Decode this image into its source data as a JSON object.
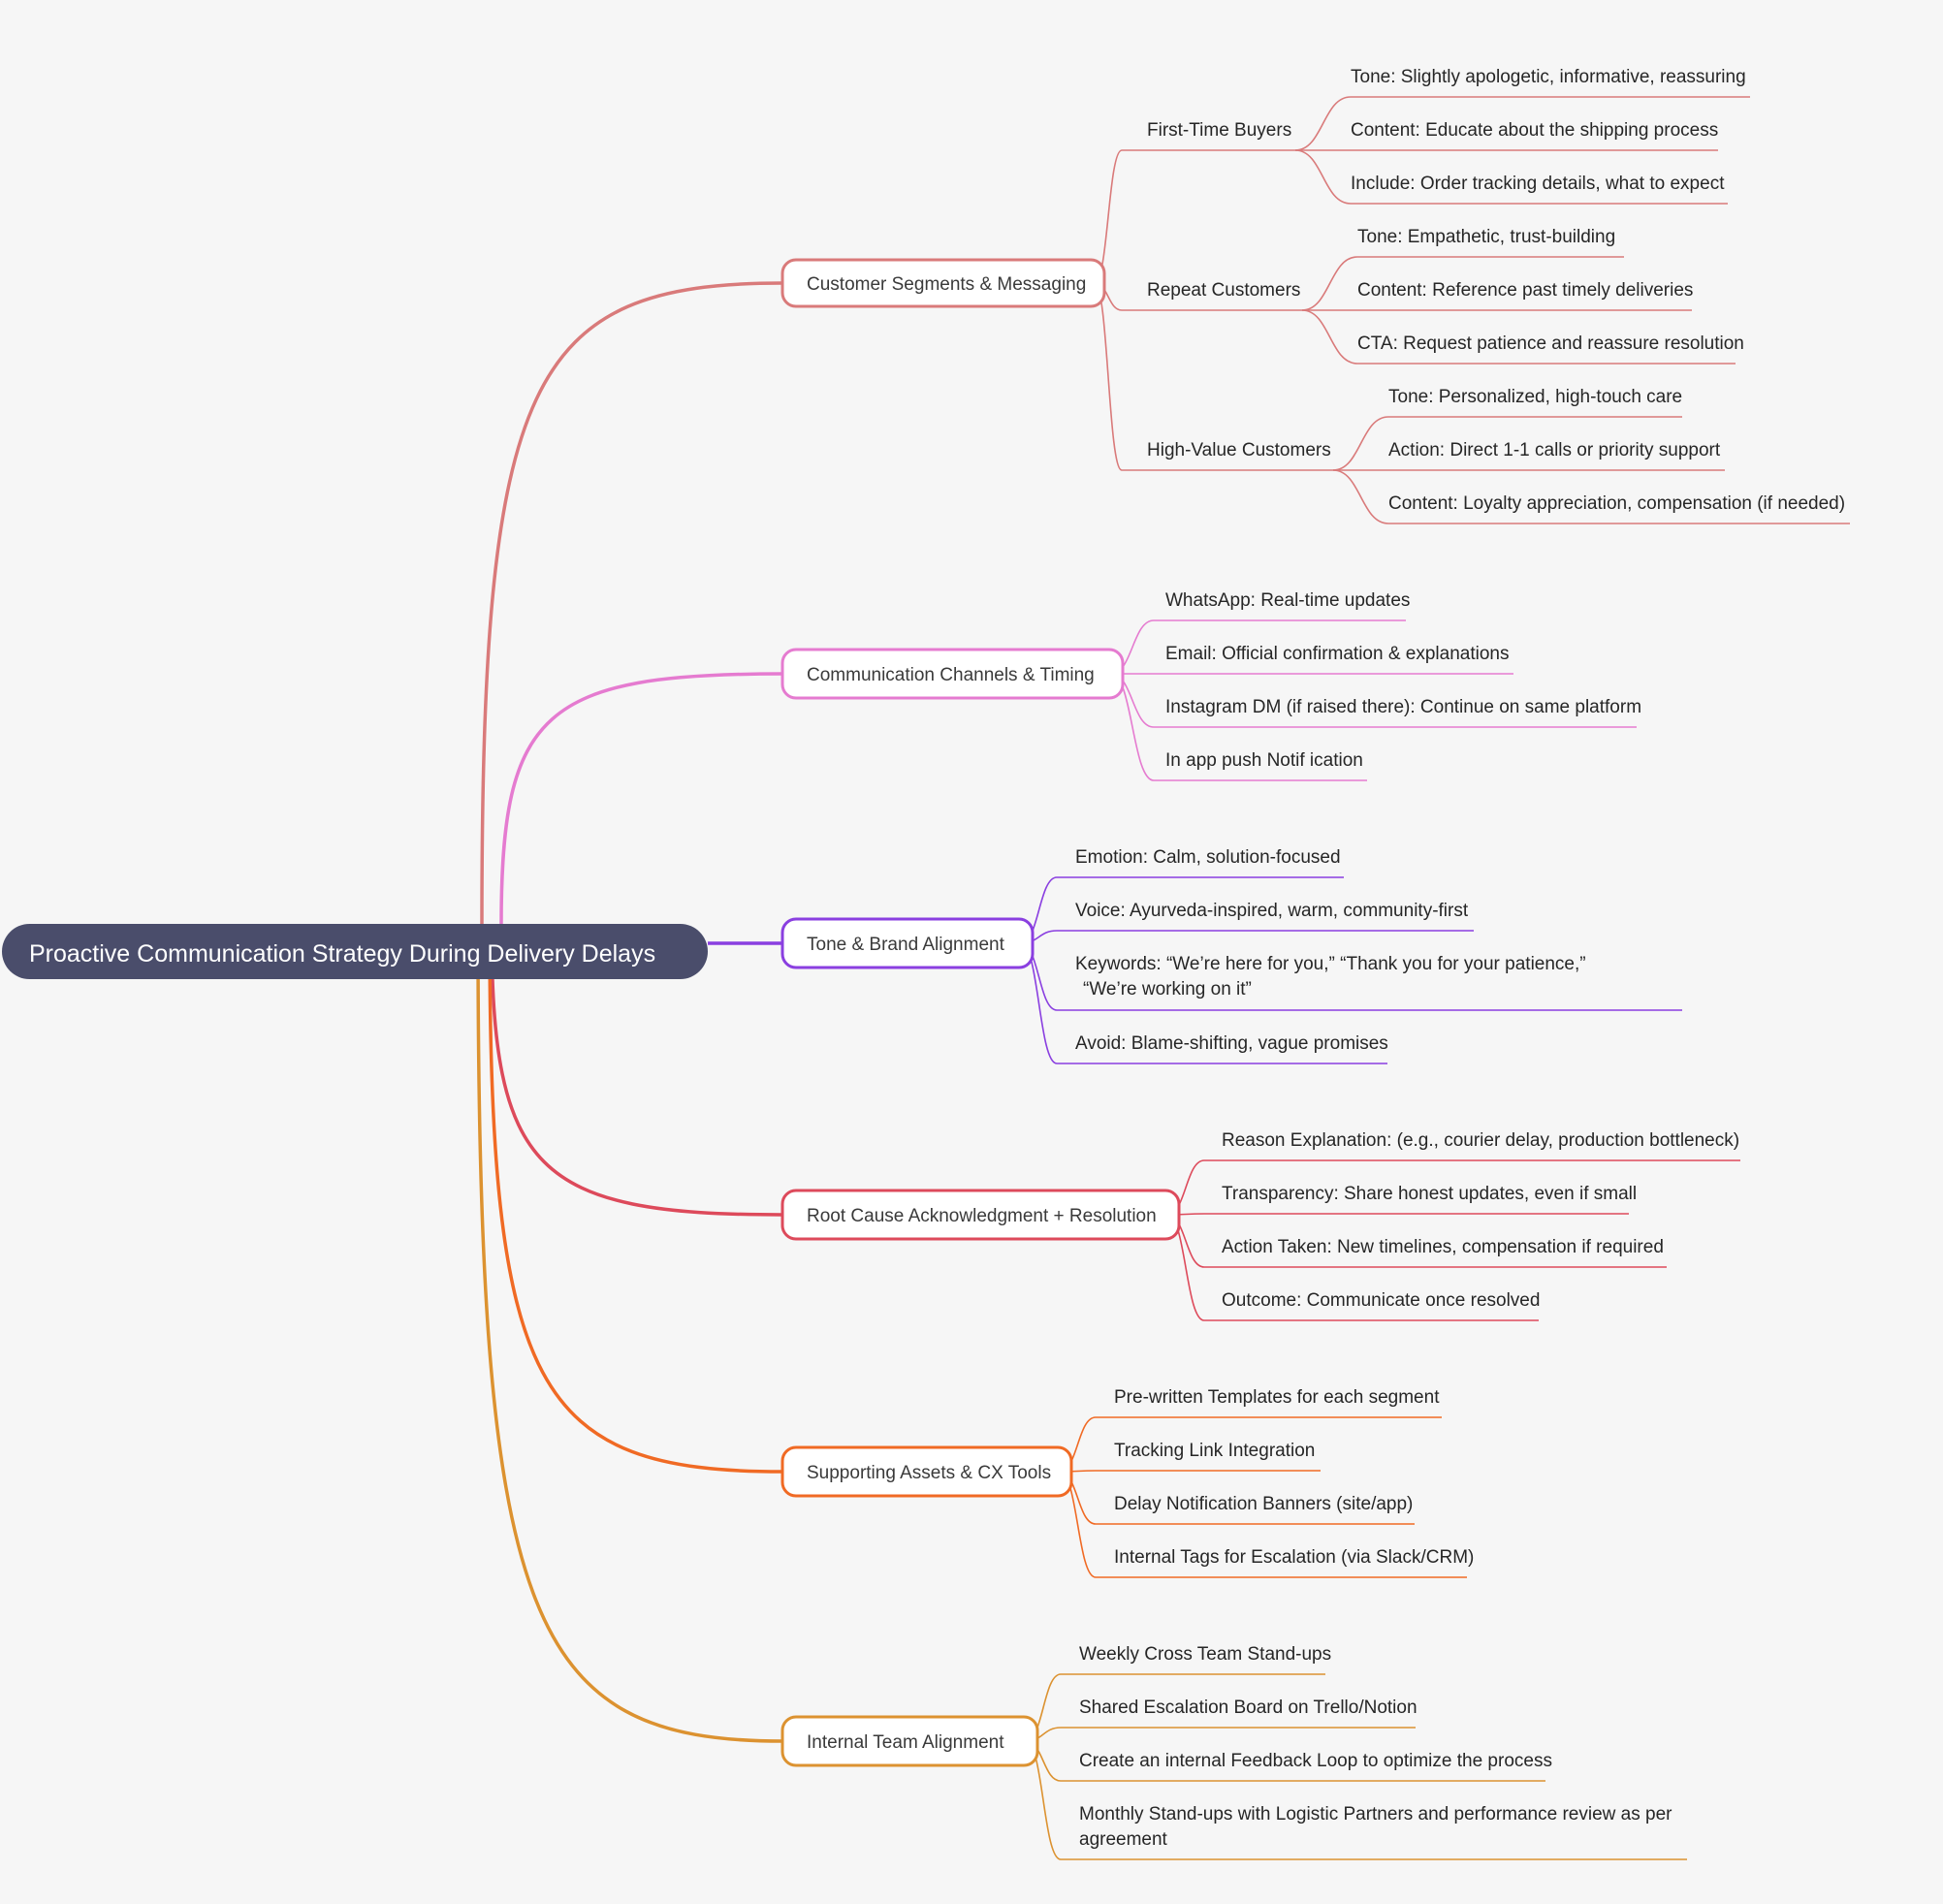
{
  "root": {
    "label": "Proactive Communication Strategy During Delivery Delays",
    "color": "#4a4d6b"
  },
  "branches": [
    {
      "label": "Customer Segments & Messaging",
      "color": "#d97a7a",
      "groups": [
        {
          "label": "First-Time Buyers",
          "items": [
            "Tone: Slightly apologetic, informative, reassuring",
            "Content: Educate about the shipping process",
            "Include: Order tracking details, what to expect"
          ]
        },
        {
          "label": "Repeat Customers",
          "items": [
            "Tone: Empathetic, trust-building",
            "Content: Reference past timely deliveries",
            "CTA: Request patience and reassure resolution"
          ]
        },
        {
          "label": "High-Value Customers",
          "items": [
            "Tone: Personalized, high-touch care",
            "Action: Direct 1-1 calls or priority support",
            "Content: Loyalty appreciation, compensation (if needed)"
          ]
        }
      ]
    },
    {
      "label": "Communication Channels & Timing",
      "color": "#e57bd0",
      "items": [
        "WhatsApp: Real-time updates",
        "Email: Official confirmation & explanations",
        "Instagram DM (if raised there): Continue on same platform",
        "In app push Notif ication"
      ]
    },
    {
      "label": "Tone & Brand Alignment",
      "color": "#8a3fe0",
      "items": [
        "Emotion: Calm, solution-focused",
        "Voice: Ayurveda-inspired, warm, community-first",
        "Keywords: “We’re here for you,” “Thank you for your patience,” “We’re working on it”",
        "Avoid: Blame-shifting, vague promises"
      ]
    },
    {
      "label": "Root Cause Acknowledgment + Resolution",
      "color": "#dd4a5b",
      "items": [
        "Reason Explanation: (e.g., courier delay, production bottleneck)",
        "Transparency: Share honest updates, even if small",
        "Action Taken: New timelines, compensation if required",
        "Outcome: Communicate once resolved"
      ]
    },
    {
      "label": "Supporting Assets & CX Tools",
      "color": "#f06a24",
      "items": [
        "Pre-written Templates for each segment",
        "Tracking Link Integration",
        "Delay Notification Banners (site/app)",
        "Internal Tags for Escalation (via Slack/CRM)"
      ]
    },
    {
      "label": "Internal Team Alignment",
      "color": "#dc9230",
      "items": [
        "Weekly Cross Team Stand-ups",
        "Shared Escalation Board on Trello/Notion",
        "Create an internal Feedback Loop to optimize the process",
        "Monthly Stand-ups with Logistic Partners and performance review as per agreement"
      ]
    }
  ]
}
